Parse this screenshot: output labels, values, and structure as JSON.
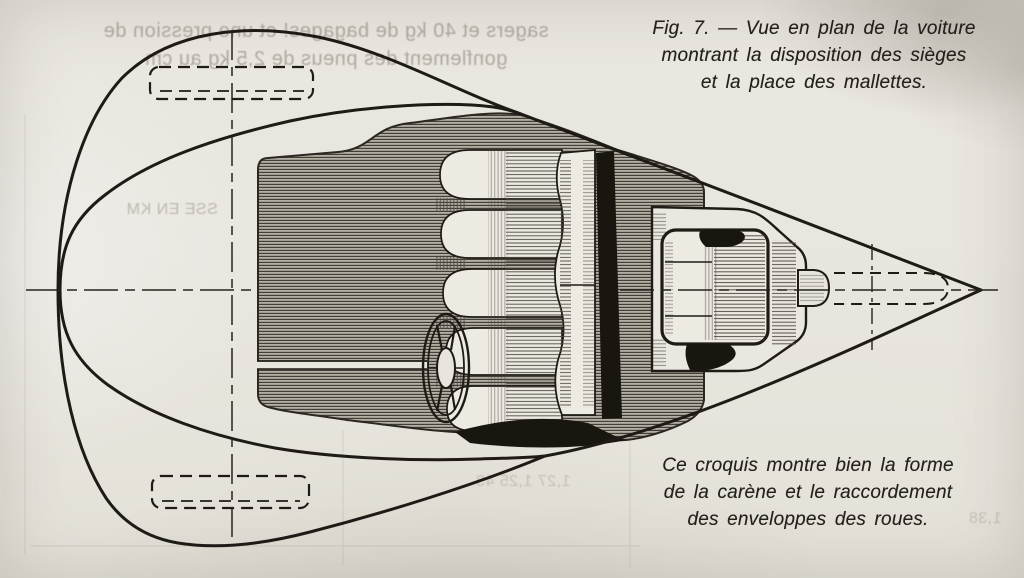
{
  "figure_captions": {
    "top": {
      "line1": "Fig. 7. — Vue en plan de la voiture",
      "line2": "montrant la disposition des sièges",
      "line3": "et la place des mallettes."
    },
    "bottom": {
      "line1": "Ce croquis montre bien la forme",
      "line2": "de la carène et le raccordement",
      "line3": "des enveloppes des roues."
    }
  },
  "bleedthrough_text": {
    "top_line1": "sagers et 40 kg de bagages! et une pression de",
    "top_line2": "gonflement des pneus de 2,5 kg au cm",
    "left_fragment": "SSE EN KM",
    "bottom_fragment1": "1,27   1,25   43",
    "bottom_fragment2": "1,38"
  },
  "drawing": {
    "subject": "plan view of a streamlined car (carène) with seats, mallettes and wheel envelopes",
    "elements": [
      "outer-envelope-outline",
      "teardrop-hull-outline",
      "front-bench-cushions",
      "seat-back",
      "partition-band",
      "rear-single-seat",
      "steering-wheel",
      "front-wheel-dashed-top",
      "front-wheel-dashed-bottom",
      "rear-wheel-dashed",
      "horizontal-centerline",
      "front-axle-line",
      "rear-axle-tick"
    ]
  },
  "colors": {
    "paper": "#e8e5de",
    "ink": "#1e1b16",
    "hatch_bg": "#b2aea3",
    "bleed": "#8f897b"
  }
}
